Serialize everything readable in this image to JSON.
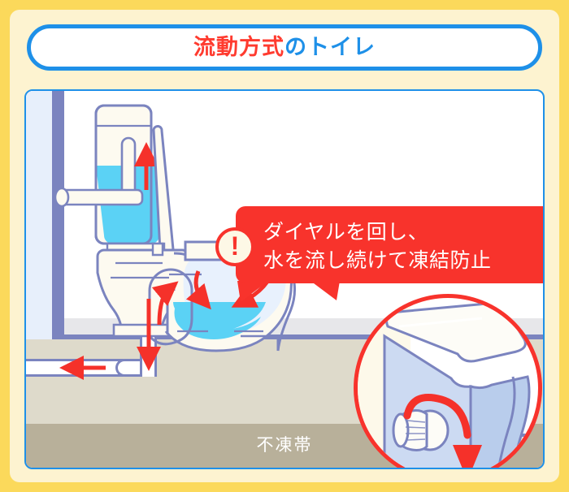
{
  "header": {
    "title_red": "流動方式",
    "title_blue": "のトイレ"
  },
  "callout": {
    "icon": "exclamation-icon",
    "text": "ダイヤルを回し、\n水を流し続けて凍結防止"
  },
  "scene": {
    "ground_label": "不凍帯",
    "parts": {
      "tank": "water-tank",
      "bowl": "toilet-bowl",
      "lid": "toilet-lid",
      "trap": "s-trap",
      "drain_pipe": "drain-pipe",
      "wall": "wall",
      "floor": "floor"
    },
    "arrows": {
      "tank_up": "arrow-up-tank-fill",
      "bowl_left": "arrow-bowl-flow-left",
      "bowl_right": "arrow-bowl-flow-right",
      "drain_down": "arrow-drain-down",
      "drain_left": "arrow-drain-left",
      "dial_rotate": "arrow-dial-rotate"
    }
  },
  "magnifier": {
    "label": "dial-detail-magnifier",
    "dial": "dial-knob",
    "rotation_arrow": "rotate-arrow"
  },
  "colors": {
    "frame_yellow": "#FBD95B",
    "panel_cream": "#FDF3D0",
    "accent_blue": "#1E90E8",
    "accent_red": "#F8332C",
    "title_red": "#FF3B2F",
    "water_cyan": "#5BD2F5",
    "outline_purple": "#7B84BF",
    "soil_upper": "#DEDACB",
    "soil_lower": "#B8B09A",
    "porcelain": "#FDFAF0"
  }
}
